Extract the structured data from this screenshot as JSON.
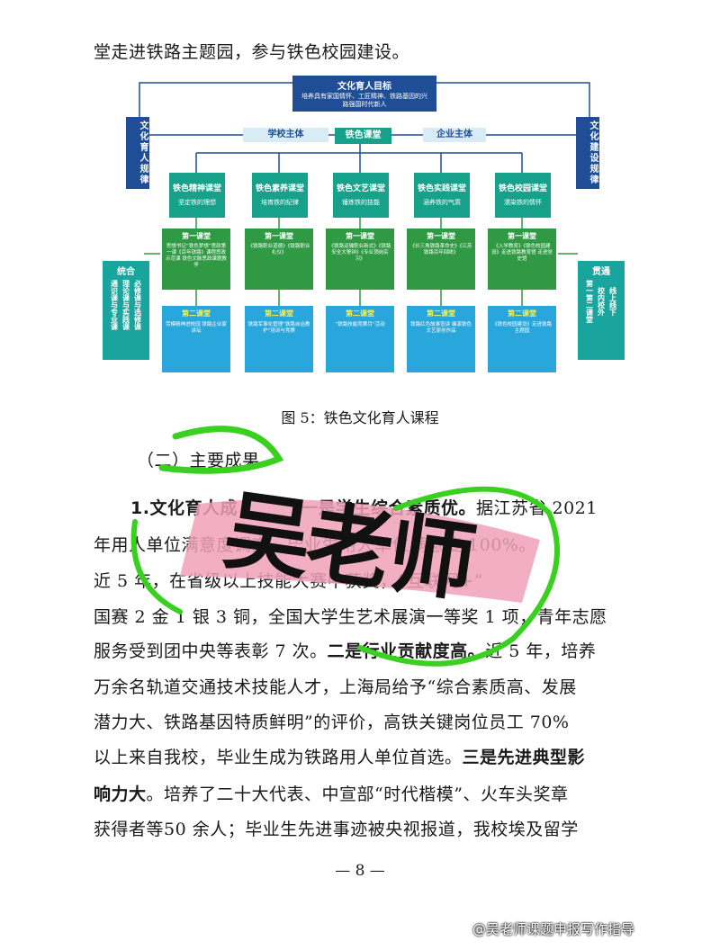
{
  "top_line": "堂走进铁路主题园，参与铁色校园建设。",
  "diagram": {
    "goal_title": "文化育人目标",
    "goal_text": "培养具有家国情怀、工匠精神、铁路基因的兴路强国时代新人",
    "left_side": "文化育人规律",
    "right_side": "文化建设规律",
    "school_subject": "学校主体",
    "center": "铁色课堂",
    "enterprise_subject": "企业主体",
    "courses": [
      {
        "title": "铁色精神课堂",
        "sub": "坚定铁的理想"
      },
      {
        "title": "铁色素养课堂",
        "sub": "培育铁的纪律"
      },
      {
        "title": "铁色文艺课堂",
        "sub": "锤炼铁的技能"
      },
      {
        "title": "铁色实践课堂",
        "sub": "涵养铁的气质"
      },
      {
        "title": "铁色校园课堂",
        "sub": "濡染铁的情怀"
      }
    ],
    "first_label": "第一课堂",
    "first_items": [
      "思想书记“铁色梦想”思政第一课《百年铁路》课程思政示范课 铁色文脉思政课题教学",
      "《铁路职业道德》《铁路职业礼仪》",
      "《铁路运输职业新式》《铁路安全大警钟》《专业顶岗实习》",
      "《长三角铁路革命史》《江苏铁路百年回眸》",
      "《入学教育》《铁色校园建设》走进铁路教育馆 走进党史馆"
    ],
    "second_label": "第二课堂",
    "second_items": [
      "劳模精神进校园 铁路企业家讲坛",
      "铁路军事化管理“铁路自治教护”培训与竞赛",
      "“铁路技能竞赛月”活动",
      "铁路红色故事宣讲 编演铁色文艺原创作品",
      "《铁色校园建设》走进铁路主题园"
    ],
    "left_block": {
      "title": "统合",
      "col1": "必修课与选修课",
      "col2": "理论课与实践课",
      "col3": "通识课与专业课"
    },
    "right_block": {
      "title": "贯通",
      "col1": "线上线下",
      "col2": "校内校外",
      "col3": "第一第二课堂"
    }
  },
  "caption": "图 5：铁色文化育人课程",
  "section_heading": "（二）主要成果",
  "para": {
    "l1_bold": "1.文化育人成",
    "l1_bold2": "一是学生综合素质优。",
    "l1_tail": "据江苏省 2021",
    "l2": "年用人单位满意度调查，毕业生用人单位满意度 100%。",
    "l3": "近 5 年，在省级以上技能大赛中获奖，“互联网+”",
    "l4": "国赛 2 金 1 银 3 铜，全国大学生艺术展演一等奖 1 项，青年志愿",
    "l5a": "服务受到团中央等表彰 7 次。",
    "l5b": "二是行业贡献度高。",
    "l5c": "近 5 年，培养",
    "l6": "万余名轨道交通技术技能人才，上海局给予“综合素质高、发展",
    "l7": "潜力大、铁路基因特质鲜明”的评价，高铁关键岗位员工 70%",
    "l8a": "以上来自我校，毕业生成为铁路用人单位首选。",
    "l8b": "三是先进典型影",
    "l9a": "响力大",
    "l9b": "。培养了二十大代表、中宣部“时代楷模”、火车头奖章",
    "l10": "获得者等50 余人；毕业生先进事迹被央视报道，我校埃及留学"
  },
  "page_number": "— 8 —",
  "watermark_stamp": "吴老师",
  "watermark_footer": "@吴老师课题申报写作指导",
  "colors": {
    "dark_blue": "#1f4e96",
    "teal": "#17a08a",
    "green": "#2f9a43",
    "light_blue": "#29a7dc",
    "stamp_green": "#39d020",
    "stamp_pink": "#f0a0b8"
  }
}
